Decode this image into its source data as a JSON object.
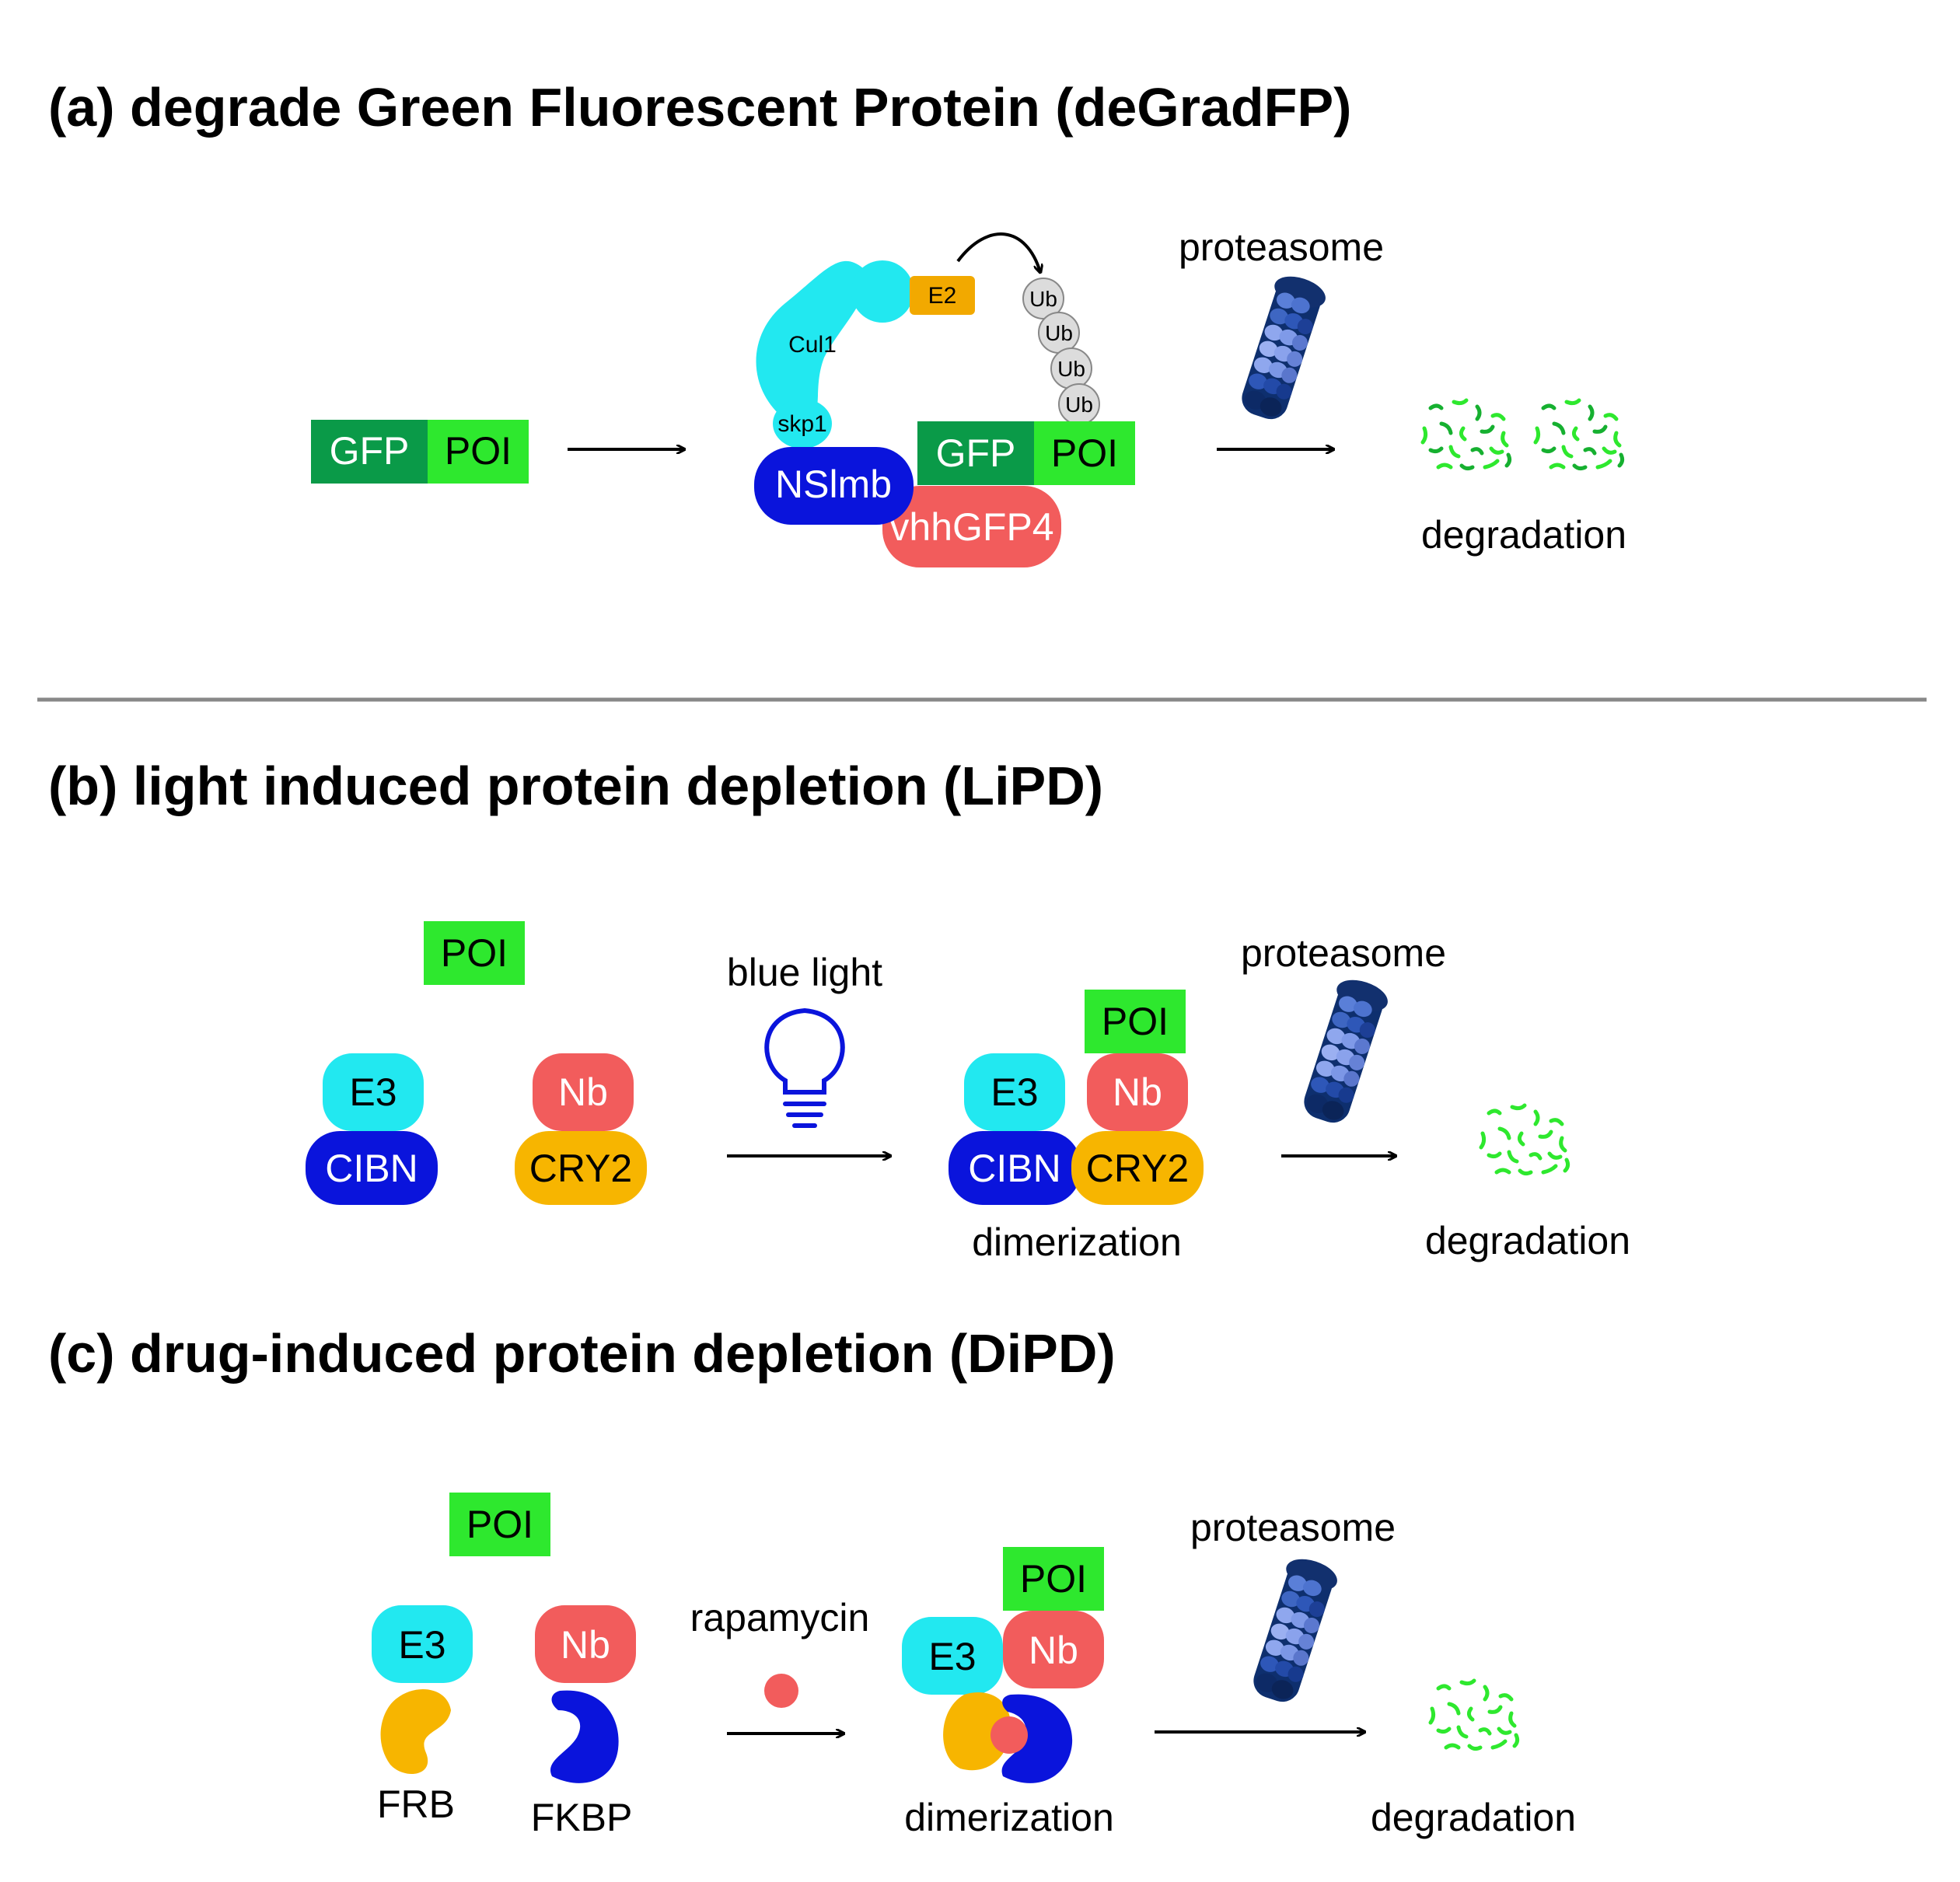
{
  "panels": {
    "a": {
      "title": "(a) degrade Green Fluorescent Protein (deGradFP)",
      "gfp": "GFP",
      "poi": "POI",
      "cul1": "Cul1",
      "skp1": "skp1",
      "e2": "E2",
      "ub": [
        "Ub",
        "Ub",
        "Ub",
        "Ub"
      ],
      "nslmb": "NSlmb",
      "vhhgfp4": "vhhGFP4",
      "gfp2": "GFP",
      "poi2": "POI",
      "proteasome": "proteasome",
      "degradation": "degradation"
    },
    "b": {
      "title": "(b) light induced protein depletion (LiPD)",
      "poi": "POI",
      "e3": "E3",
      "cibn": "CIBN",
      "nb": "Nb",
      "cry2": "CRY2",
      "stimulus": "blue light",
      "poi2": "POI",
      "e3_2": "E3",
      "nb2": "Nb",
      "cibn2": "CIBN",
      "cry2_2": "CRY2",
      "dimerization": "dimerization",
      "proteasome": "proteasome",
      "degradation": "degradation"
    },
    "c": {
      "title": "(c) drug-induced protein depletion (DiPD)",
      "poi": "POI",
      "e3": "E3",
      "nb": "Nb",
      "frb": "FRB",
      "fkbp": "FKBP",
      "stimulus": "rapamycin",
      "poi2": "POI",
      "e3_2": "E3",
      "nb2": "Nb",
      "dimerization": "dimerization",
      "proteasome": "proteasome",
      "degradation": "degradation"
    }
  },
  "colors": {
    "gfp": "#0a9a48",
    "poi": "#2ee82e",
    "cyan": "#22e8f0",
    "blue": "#0a14dc",
    "salmon": "#f25c5c",
    "orange": "#f7b500",
    "e2": "#f2a900",
    "ub": "#dcdcdc",
    "divider": "#888888"
  }
}
